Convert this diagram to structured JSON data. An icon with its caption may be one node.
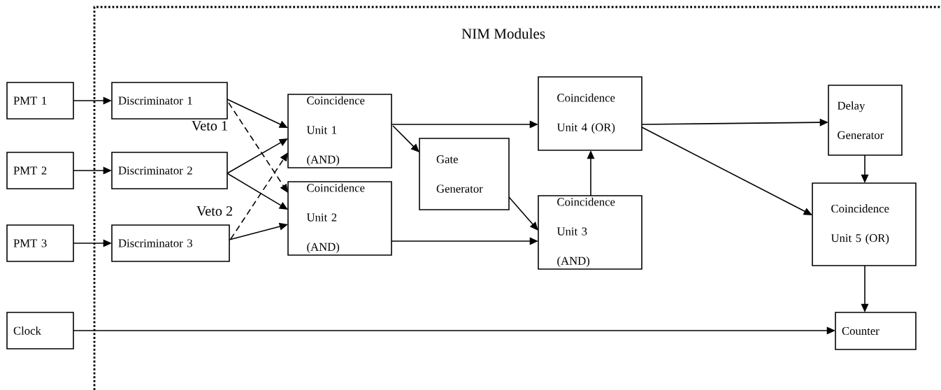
{
  "diagram": {
    "nodes": [
      {
        "text": [
          "PMT 1"
        ]
      },
      {
        "text": [
          "PMT 2"
        ]
      },
      {
        "text": [
          "PMT 3"
        ]
      },
      {
        "text": [
          "Clock"
        ]
      },
      {
        "text": [
          "Discriminator 1"
        ]
      },
      {
        "text": [
          "Discriminator 2"
        ]
      },
      {
        "text": [
          "Discriminator 3"
        ]
      },
      {
        "text": [
          "Coincidence Unit 1 (AND)"
        ]
      },
      {
        "text": [
          "Coincidence Unit 2 (AND)"
        ]
      },
      {
        "text": [
          "Gate Generator"
        ]
      },
      {
        "text": [
          "Coincidence Unit 4 (OR)"
        ]
      },
      {
        "text": [
          "Coincidence Unit 3 (AND)"
        ]
      },
      {
        "text": [
          "Delay Generator"
        ]
      },
      {
        "text": [
          "Coincidence Unit 5 (OR)"
        ]
      },
      {
        "text": [
          "Counter"
        ]
      }
    ],
    "edges": [
      {
        "from": 0,
        "to": 4,
        "arrow": "to"
      },
      {
        "from": 1,
        "to": 5,
        "arrow": "to"
      },
      {
        "from": 2,
        "to": 6,
        "arrow": "to"
      },
      {
        "from": 3,
        "to": 14,
        "arrow": "to"
      },
      {
        "from": 4,
        "to": 7,
        "arrow": "to"
      },
      {
        "from": 5,
        "to": 7,
        "arrow": "to"
      },
      {
        "from": 5,
        "to": 8,
        "arrow": "to"
      },
      {
        "from": 6,
        "to": 8,
        "arrow": "to"
      },
      {
        "from": 4,
        "to": 8,
        "arrow": "to",
        "style": "dashed",
        "label": "Veto 1"
      },
      {
        "from": 6,
        "to": 7,
        "arrow": "to",
        "style": "dashed",
        "label": "Veto 2"
      },
      {
        "from": 7,
        "to": 10,
        "arrow": "to"
      },
      {
        "from": 7,
        "to": 9,
        "arrow": "to"
      },
      {
        "from": 9,
        "to": 11,
        "arrow": "to"
      },
      {
        "from": 8,
        "to": 11,
        "arrow": "to"
      },
      {
        "from": 11,
        "to": 10,
        "arrow": "to"
      },
      {
        "from": 10,
        "to": 12,
        "arrow": "to"
      },
      {
        "from": 10,
        "to": 13,
        "arrow": "to"
      },
      {
        "from": 12,
        "to": 13,
        "arrow": "to"
      },
      {
        "from": 13,
        "to": 14,
        "arrow": "to"
      }
    ],
    "labels": [
      "NIM Modules"
    ]
  }
}
